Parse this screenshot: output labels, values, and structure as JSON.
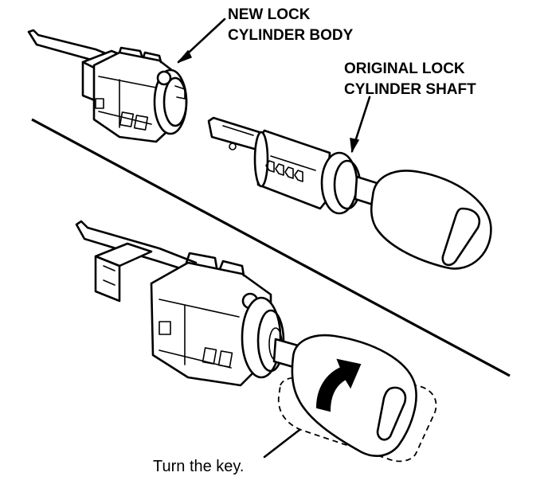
{
  "labels": {
    "new_lock_line1": "NEW LOCK",
    "new_lock_line2": "CYLINDER BODY",
    "original_line1": "ORIGINAL LOCK",
    "original_line2": "CYLINDER SHAFT",
    "turn_key": "Turn the key."
  }
}
